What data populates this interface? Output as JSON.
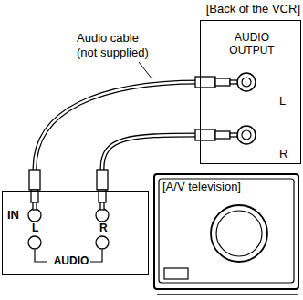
{
  "diagram": {
    "nodes": [
      {
        "text": [
          "[Back of the VCR]",
          "AUDIO OUTPUT",
          "L",
          "R"
        ]
      },
      {
        "text": [
          "IN",
          "L",
          "R",
          "AUDIO"
        ]
      },
      {
        "text": [
          "[A/V television]"
        ]
      }
    ],
    "edges": [
      {
        "from": 1,
        "to": 0,
        "arrow": "none"
      },
      {
        "from": 1,
        "to": 0,
        "arrow": "none"
      }
    ],
    "labels": [
      "Audio cable (not supplied)"
    ]
  }
}
